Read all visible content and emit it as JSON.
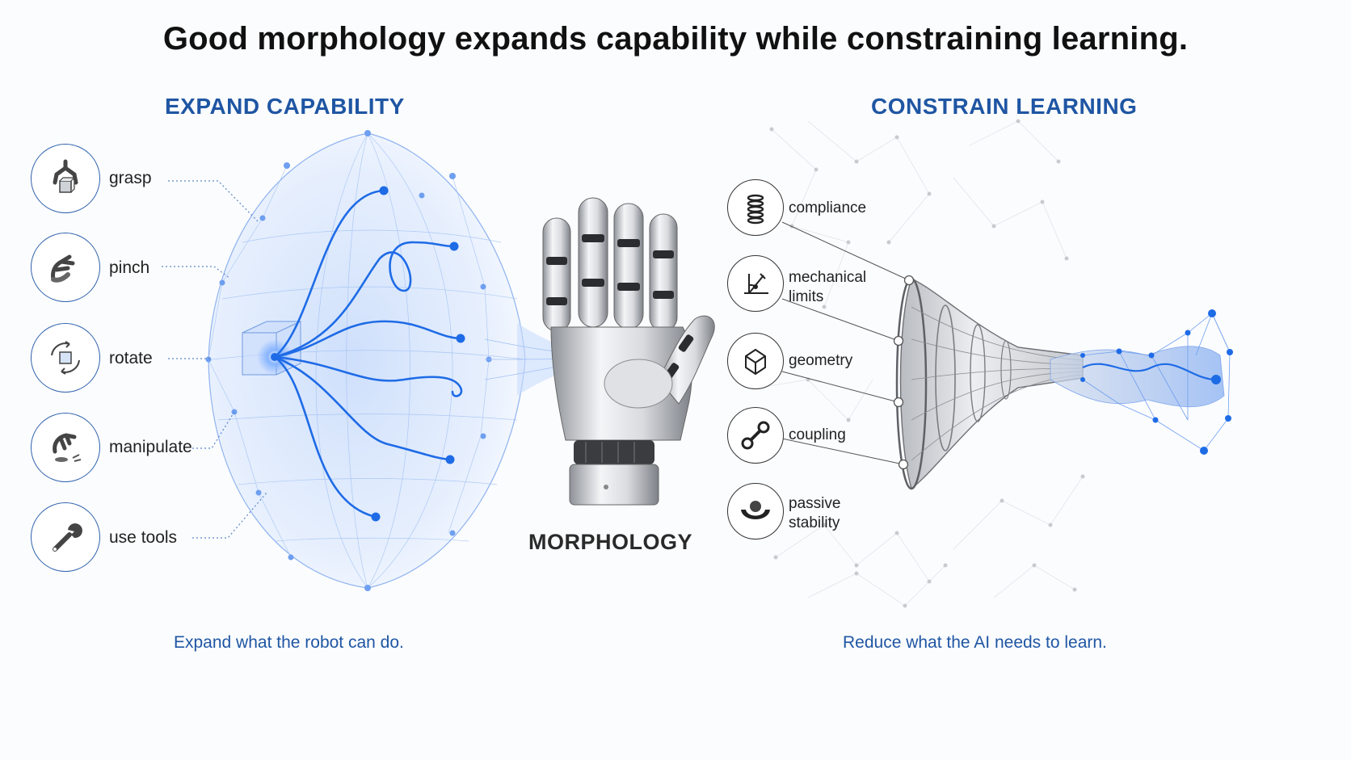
{
  "title": "Good morphology expands capability while constraining learning.",
  "left": {
    "heading": "EXPAND CAPABILITY",
    "caption": "Expand what the robot can do.",
    "items": [
      {
        "label": "grasp",
        "icon": "grasp-icon"
      },
      {
        "label": "pinch",
        "icon": "pinch-icon"
      },
      {
        "label": "rotate",
        "icon": "rotate-icon"
      },
      {
        "label": "manipulate",
        "icon": "manipulate-icon"
      },
      {
        "label": "use tools",
        "icon": "wrench-icon"
      }
    ]
  },
  "center": {
    "label": "MORPHOLOGY",
    "image": "robot-hand"
  },
  "right": {
    "heading": "CONSTRAIN LEARNING",
    "caption": "Reduce what the AI needs to learn.",
    "items": [
      {
        "label": "compliance",
        "icon": "spring-icon"
      },
      {
        "label": "mechanical limits",
        "icon": "angle-limit-icon"
      },
      {
        "label": "geometry",
        "icon": "cube-icon"
      },
      {
        "label": "coupling",
        "icon": "link-icon"
      },
      {
        "label": "passive stability",
        "icon": "stability-icon"
      }
    ]
  },
  "colors": {
    "accent": "#1f56a3",
    "bright_blue": "#1e6be6",
    "title": "#111111"
  }
}
